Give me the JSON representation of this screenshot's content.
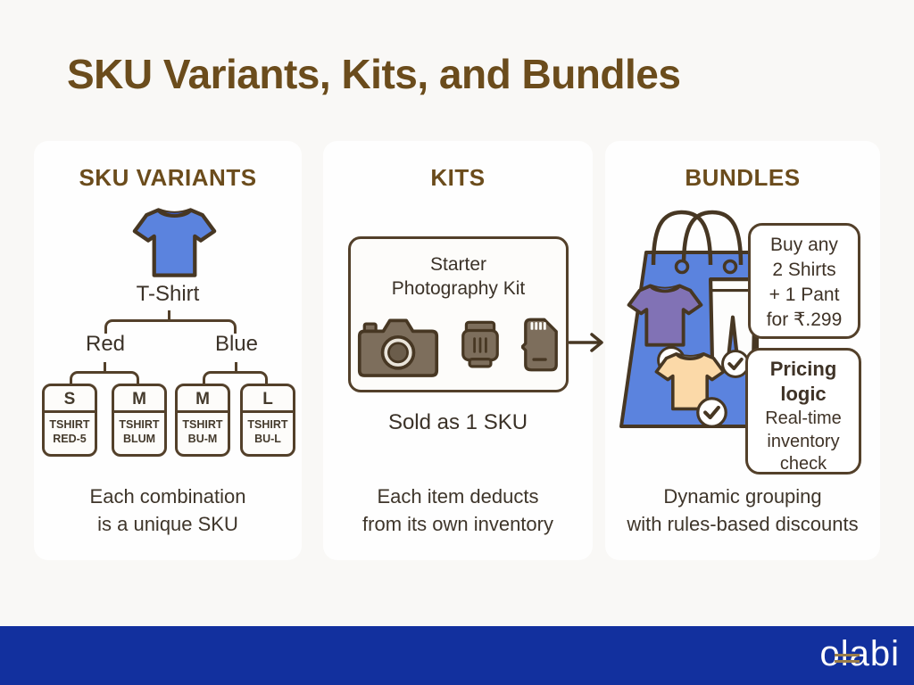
{
  "title": "SKU Variants, Kits, and Bundles",
  "variants_card": {
    "heading": "SKU VARIANTS",
    "product": "T-Shirt",
    "branches": [
      "Red",
      "Blue"
    ],
    "skus": [
      {
        "size": "S",
        "code1": "TSHIRT",
        "code2": "RED-5"
      },
      {
        "size": "M",
        "code1": "TSHIRT",
        "code2": "BLUM"
      },
      {
        "size": "M",
        "code1": "TSHIRT",
        "code2": "BU-M"
      },
      {
        "size": "L",
        "code1": "TSHIRT",
        "code2": "BU-L"
      }
    ],
    "caption1": "Each combination",
    "caption2": "is a unique SKU"
  },
  "kits_card": {
    "heading": "KITS",
    "kit_name1": "Starter",
    "kit_name2": "Photography Kit",
    "sold_label": "Sold as 1 SKU",
    "caption1": "Each item deducts",
    "caption2": "from its own inventory"
  },
  "bundles_card": {
    "heading": "BUNDLES",
    "offer": {
      "line1": "Buy any",
      "line2": "2 Shirts",
      "line3": "+ 1 Pant",
      "line4": "for ₹.299"
    },
    "pricing": {
      "title1": "Pricing",
      "title2": "logic",
      "line1": "Real-time",
      "line2": "inventory",
      "line3": "check"
    },
    "caption1": "Dynamic grouping",
    "caption2": "with rules-based discounts"
  },
  "footer": {
    "logo_text": "olabi"
  },
  "icons": {
    "variants": "tshirt-icon",
    "kits": [
      "camera-icon",
      "lens-icon",
      "sd-card-icon"
    ],
    "bundles": [
      "shopping-bag-icon",
      "purple-shirt-icon",
      "pants-icon",
      "peach-shirt-icon",
      "checkmark-icon"
    ],
    "arrow": "right-arrow-icon"
  },
  "colors": {
    "title_brown": "#6b4c1c",
    "line_brown": "#53402a",
    "text_dark": "#3b3228",
    "shirt_blue": "#5b83de",
    "shirt_purple": "#8172b5",
    "shirt_peach": "#fbd9a8",
    "item_taupe": "#7d6e5c",
    "card_white": "#fefefe",
    "page_bg": "#f9f8f6",
    "footer_blue": "#12309e",
    "logo_gold": "#9a7d4a"
  }
}
